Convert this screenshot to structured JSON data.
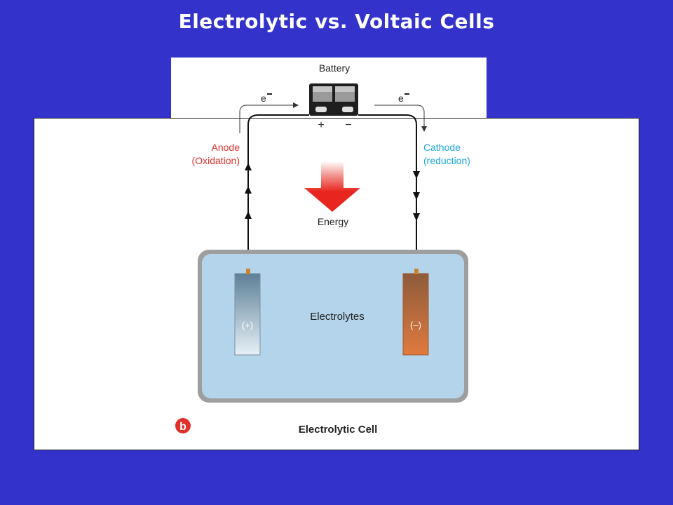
{
  "title": "Electrolytic vs. Voltaic Cells",
  "diagram": {
    "battery_label": "Battery",
    "electron_left": "e",
    "electron_right": "e",
    "battery_plus": "+",
    "battery_minus": "−",
    "anode_line1": "Anode",
    "anode_line2": "(Oxidation)",
    "cathode_line1": "Cathode",
    "cathode_line2": "(reduction)",
    "energy_label": "Energy",
    "electrolytes_label": "Electrolytes",
    "left_electrode_sign": "(+)",
    "right_electrode_sign": "(–)",
    "figure_letter": "b",
    "caption": "Electrolytic Cell"
  },
  "colors": {
    "background": "#3333cc",
    "anode": "#e0302a",
    "cathode": "#1aa6d8",
    "energy_arrow": "#e8261f",
    "electrolyte": "#b3d4ea",
    "cathode_electrode": "#c4622c",
    "anode_electrode": "#6f8ea4"
  }
}
